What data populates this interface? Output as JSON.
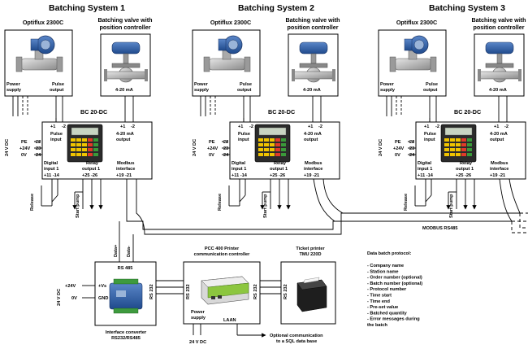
{
  "systems": [
    {
      "title": "Batching System 1"
    },
    {
      "title": "Batching System 2"
    },
    {
      "title": "Batching System 3"
    }
  ],
  "labels": {
    "flowmeter": "Optiflux 2300C",
    "valve_line1": "Batching valve with",
    "valve_line2": "position controller",
    "power": "Power",
    "supply": "supply",
    "pulse": "Pulse",
    "output": "output",
    "ma": "4-20 mA",
    "bc": "BC 20-DC",
    "plus1": "+1",
    "minus2": "-2",
    "input": "input",
    "pe": "PE",
    "p24v": "+24V",
    "zerov": "0V",
    "t22": "22",
    "t23": "23",
    "t24": "24",
    "vdc24": "24 V DC",
    "digital": "Digital",
    "input1": "input 1",
    "relay": "Relay",
    "output1": "output 1",
    "modbus": "Modbus",
    "interface": "interface",
    "t11": "+11 -14",
    "t25": "+25 -26",
    "t19": "+19 -21",
    "release": "Release",
    "startpump": "Start pump"
  },
  "bus": {
    "label": "MODBUS RS485"
  },
  "converter": {
    "title": "RS 485",
    "vs": "+Vs",
    "gnd": "GND",
    "plus24v": "+24V",
    "zerov": "0V",
    "rs232": "RS 232",
    "vdc": "24 V DC",
    "caption1": "Interface converter",
    "caption2": "RS232/RS485",
    "data_plus": "Data+",
    "data_minus": "Data-"
  },
  "printer_ctrl": {
    "title1": "PCC 400 Printer",
    "title2": "communication controller",
    "rs232": "RS 232",
    "power": "Power",
    "supply": "supply",
    "vdc": "24 V DC",
    "laan": "LAAN",
    "opt1": "Optional communication",
    "opt2": "to a SQL data base"
  },
  "ticket": {
    "title1": "Ticket printer",
    "title2": "TMU 220D",
    "rs232": "RS 232"
  },
  "protocol": {
    "title": "Data batch protocol:",
    "items": [
      "- Company name",
      "- Station name",
      "- Order number (optional)",
      "- Batch number (optional)",
      "- Protocol number",
      "- Time start",
      "- Time end",
      "- Pre-set value",
      "- Batched quantity",
      "- Error messages during",
      "  the batch"
    ]
  }
}
